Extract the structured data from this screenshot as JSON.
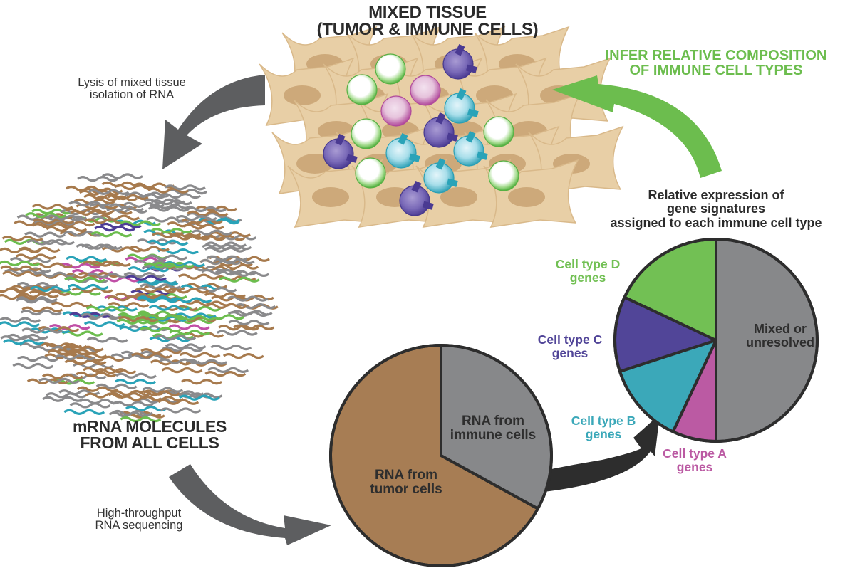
{
  "title": "Immune cell deconvolution workflow",
  "tissue": {
    "title": "MIXED TISSUE\n(TUMOR & IMMUNE CELLS)",
    "cell_types": [
      {
        "name": "tumor-cell",
        "color": "#e8cfa6"
      },
      {
        "name": "immune-cell-green",
        "color": "#5cb847"
      },
      {
        "name": "immune-cell-magenta",
        "color": "#c04fa6"
      },
      {
        "name": "immune-cell-purple",
        "color": "#4e3d96"
      },
      {
        "name": "immune-cell-teal",
        "color": "#2aa3b8"
      }
    ]
  },
  "steps": {
    "lysis": "Lysis of mixed tissue\nisolation of RNA",
    "mrna_title": "mRNA MOLECULES\nFROM ALL CELLS",
    "sequencing": "High-throughput\nRNA sequencing",
    "infer": "INFER RELATIVE COMPOSITION\nOF IMMUNE CELL TYPES",
    "signatures": "Relative expression of\ngene signatures\nassigned to each immune cell type"
  },
  "colors": {
    "arrow_dark": "#5d5e60",
    "arrow_black": "#2d2d2d",
    "arrow_green": "#6cbd4e",
    "outline": "#2d2d2d",
    "mrna": [
      "#a77a4d",
      "#8a8a8c",
      "#6cbd4e",
      "#2aa3b8",
      "#4e3d96",
      "#c04fa6"
    ]
  },
  "chart_data": [
    {
      "type": "pie",
      "title": "RNA source",
      "start": "12 o'clock, clockwise",
      "slices": [
        {
          "label": "RNA from\nimmune cells",
          "value": 33,
          "color": "#87888a"
        },
        {
          "label": "RNA from\ntumor cells",
          "value": 67,
          "color": "#a77d54"
        }
      ]
    },
    {
      "type": "pie",
      "title": "Relative expression of gene signatures assigned to each immune cell type",
      "start": "12 o'clock, clockwise",
      "slices": [
        {
          "label": "Mixed or\nunresolved",
          "value": 50,
          "color": "#87888a"
        },
        {
          "label": "Cell type A\ngenes",
          "value": 7,
          "color": "#bb5aa3"
        },
        {
          "label": "Cell type B\ngenes",
          "value": 13,
          "color": "#3ba8b9"
        },
        {
          "label": "Cell type C\ngenes",
          "value": 12,
          "color": "#514598"
        },
        {
          "label": "Cell type D\ngenes",
          "value": 18,
          "color": "#72c054"
        }
      ]
    }
  ]
}
